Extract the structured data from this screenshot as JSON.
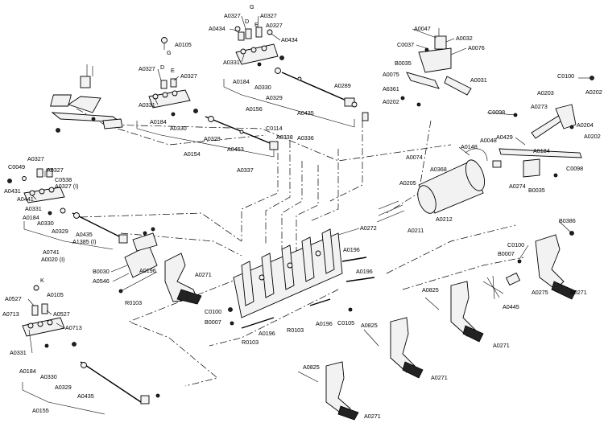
{
  "labels": [
    {
      "id": "a0105-top",
      "text": "A0105"
    },
    {
      "id": "g-top",
      "text": "G"
    },
    {
      "id": "a0327-a",
      "text": "A0327"
    },
    {
      "id": "d-top",
      "text": "D"
    },
    {
      "id": "e-top",
      "text": "E"
    },
    {
      "id": "a0327-b",
      "text": "A0327"
    },
    {
      "id": "a0331-a",
      "text": "A0331"
    },
    {
      "id": "a0184-a",
      "text": "A0184"
    },
    {
      "id": "a0330-a",
      "text": "A0330"
    },
    {
      "id": "a0329-a",
      "text": "A0329"
    },
    {
      "id": "a0453",
      "text": "A0453"
    },
    {
      "id": "a0154",
      "text": "A0154"
    },
    {
      "id": "c0114",
      "text": "C0114"
    },
    {
      "id": "a0338",
      "text": "A0338"
    },
    {
      "id": "a0336",
      "text": "A0336"
    },
    {
      "id": "a0337",
      "text": "A0337"
    },
    {
      "id": "a0327-c",
      "text": "A0327"
    },
    {
      "id": "g-mid",
      "text": "G"
    },
    {
      "id": "a0327-d",
      "text": "A0327"
    },
    {
      "id": "a0434-a",
      "text": "A0434"
    },
    {
      "id": "d-mid",
      "text": "D"
    },
    {
      "id": "e-mid",
      "text": "E"
    },
    {
      "id": "a0327-e",
      "text": "A0327"
    },
    {
      "id": "a0434-b",
      "text": "A0434"
    },
    {
      "id": "a0331-b",
      "text": "A0331"
    },
    {
      "id": "a0184-b",
      "text": "A0184"
    },
    {
      "id": "a0330-b",
      "text": "A0330"
    },
    {
      "id": "a0329-b",
      "text": "A0329"
    },
    {
      "id": "a0156",
      "text": "A0156"
    },
    {
      "id": "a0435-a",
      "text": "A0435"
    },
    {
      "id": "a0289",
      "text": "A0289"
    },
    {
      "id": "a0047",
      "text": "A0047"
    },
    {
      "id": "c0037",
      "text": "C0037"
    },
    {
      "id": "a0032",
      "text": "A0032"
    },
    {
      "id": "a0076",
      "text": "A0076"
    },
    {
      "id": "b0035-a",
      "text": "B0035"
    },
    {
      "id": "a0075",
      "text": "A0075"
    },
    {
      "id": "a6361",
      "text": "A6361"
    },
    {
      "id": "a0202-a",
      "text": "A0202"
    },
    {
      "id": "a0031",
      "text": "A0031"
    },
    {
      "id": "c0100-a",
      "text": "C0100"
    },
    {
      "id": "a0202-b",
      "text": "A0202"
    },
    {
      "id": "a0203",
      "text": "A0203"
    },
    {
      "id": "c0098-a",
      "text": "C0098"
    },
    {
      "id": "a0273",
      "text": "A0273"
    },
    {
      "id": "a0204",
      "text": "A0204"
    },
    {
      "id": "a0429",
      "text": "A0429"
    },
    {
      "id": "a0202-c",
      "text": "A0202"
    },
    {
      "id": "c0098-b",
      "text": "C0098"
    },
    {
      "id": "a0048",
      "text": "A0048"
    },
    {
      "id": "a0148",
      "text": "A0148"
    },
    {
      "id": "a0074",
      "text": "A0074"
    },
    {
      "id": "a0368",
      "text": "A0368"
    },
    {
      "id": "a0184-c",
      "text": "A0184"
    },
    {
      "id": "a0274",
      "text": "A0274"
    },
    {
      "id": "b0035-b",
      "text": "B0035"
    },
    {
      "id": "a0205",
      "text": "A0205"
    },
    {
      "id": "a0212",
      "text": "A0212"
    },
    {
      "id": "a0211",
      "text": "A0211"
    },
    {
      "id": "c0049",
      "text": "C0049"
    },
    {
      "id": "a0327-f",
      "text": "A0327"
    },
    {
      "id": "a0327-g",
      "text": "A0327"
    },
    {
      "id": "c0538",
      "text": "C0538"
    },
    {
      "id": "a0431",
      "text": "A0431"
    },
    {
      "id": "a0327-h",
      "text": "A0327 (I)"
    },
    {
      "id": "a0441",
      "text": "A0441"
    },
    {
      "id": "a0331-c",
      "text": "A0331"
    },
    {
      "id": "a0184-d",
      "text": "A0184"
    },
    {
      "id": "a0330-c",
      "text": "A0330"
    },
    {
      "id": "a0329-c",
      "text": "A0329"
    },
    {
      "id": "a0435-b",
      "text": "A0435"
    },
    {
      "id": "a1385",
      "text": "A1385 (I)"
    },
    {
      "id": "a0741",
      "text": "A0741"
    },
    {
      "id": "a0020",
      "text": "A0020 (I)"
    },
    {
      "id": "b0030",
      "text": "B0030"
    },
    {
      "id": "a0546",
      "text": "A0546"
    },
    {
      "id": "a0196-a",
      "text": "A0196"
    },
    {
      "id": "r0103-a",
      "text": "R0103"
    },
    {
      "id": "a0271-a",
      "text": "A0271"
    },
    {
      "id": "a0272",
      "text": "A0272"
    },
    {
      "id": "a0196-b",
      "text": "A0196"
    },
    {
      "id": "a0196-c",
      "text": "A0196"
    },
    {
      "id": "c0100-b",
      "text": "C0100"
    },
    {
      "id": "b0007-a",
      "text": "B0007"
    },
    {
      "id": "r0103-b",
      "text": "R0103"
    },
    {
      "id": "a0196-d",
      "text": "A0196"
    },
    {
      "id": "r0103-c",
      "text": "R0103"
    },
    {
      "id": "a0196-e",
      "text": "A0196"
    },
    {
      "id": "c0105",
      "text": "C0105"
    },
    {
      "id": "b0386",
      "text": "B0386"
    },
    {
      "id": "c0100-c",
      "text": "C0100"
    },
    {
      "id": "b0007-b",
      "text": "B0007"
    },
    {
      "id": "a0445",
      "text": "A0445"
    },
    {
      "id": "a0275",
      "text": "A0275"
    },
    {
      "id": "a0271-b",
      "text": "A0271"
    },
    {
      "id": "a0825-a",
      "text": "A0825"
    },
    {
      "id": "a0271-c",
      "text": "A0271"
    },
    {
      "id": "a0825-b",
      "text": "A0825"
    },
    {
      "id": "a0271-d",
      "text": "A0271"
    },
    {
      "id": "a0825-c",
      "text": "A0825"
    },
    {
      "id": "a0271-e",
      "text": "A0271"
    },
    {
      "id": "k-bot",
      "text": "K"
    },
    {
      "id": "a0105-bot",
      "text": "A0105"
    },
    {
      "id": "a0527-a",
      "text": "A0527"
    },
    {
      "id": "a0713-a",
      "text": "A0713"
    },
    {
      "id": "a0527-b",
      "text": "A0527"
    },
    {
      "id": "a0713-b",
      "text": "A0713"
    },
    {
      "id": "a0331-d",
      "text": "A0331"
    },
    {
      "id": "a0184-e",
      "text": "A0184"
    },
    {
      "id": "a0330-d",
      "text": "A0330"
    },
    {
      "id": "a0329-d",
      "text": "A0329"
    },
    {
      "id": "a0435-c",
      "text": "A0435"
    },
    {
      "id": "a0155",
      "text": "A0155"
    }
  ]
}
